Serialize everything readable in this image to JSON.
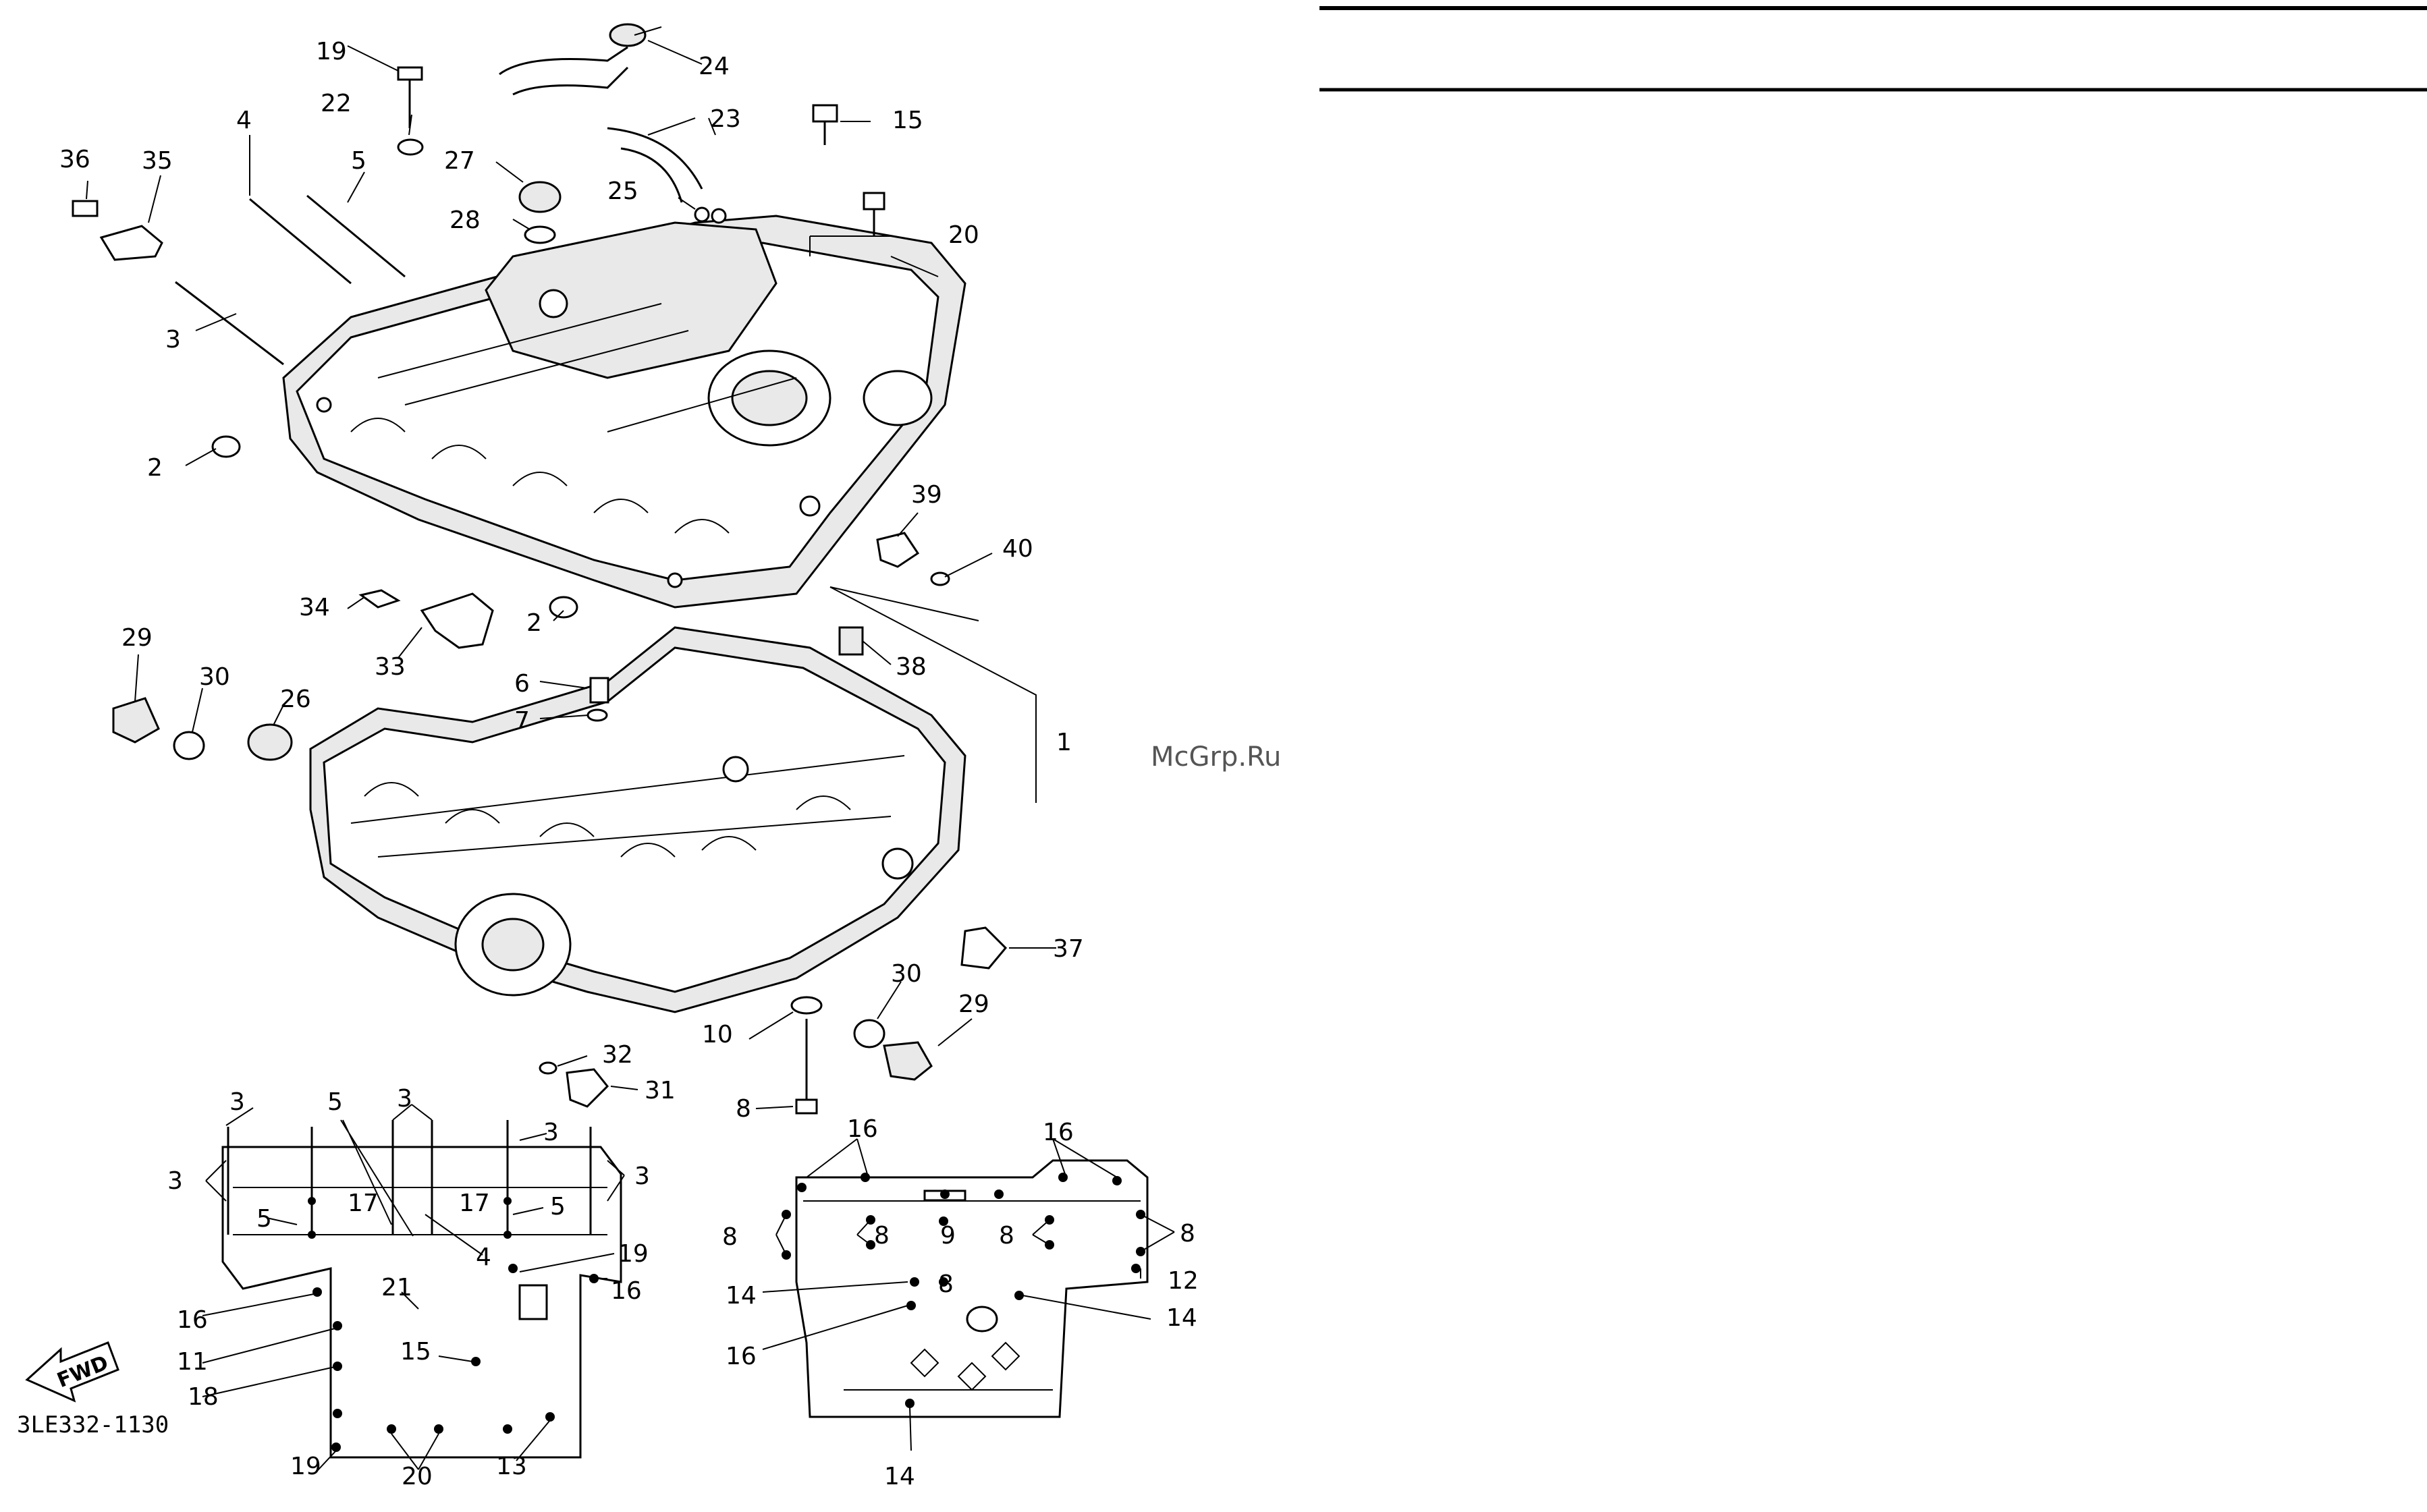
{
  "figure": {
    "code": "3LE332-1130",
    "watermark": "McGrp.Ru",
    "fwd_label": "FWD"
  },
  "callouts": {
    "c19": "19",
    "c24": "24",
    "c22": "22",
    "c23": "23",
    "c4": "4",
    "c5": "5",
    "c15": "15",
    "c27": "27",
    "c36": "36",
    "c35": "35",
    "c25": "25",
    "c28": "28",
    "c20": "20",
    "c3": "3",
    "c2a": "2",
    "c39": "39",
    "c40": "40",
    "c34": "34",
    "c2b": "2",
    "c29a": "29",
    "c30a": "30",
    "c33": "33",
    "c38": "38",
    "c6": "6",
    "c26": "26",
    "c7": "7",
    "c1": "1",
    "c37": "37",
    "c30b": "30",
    "c29b": "29",
    "c10": "10",
    "c32": "32",
    "c31": "31",
    "c8": "8"
  },
  "bolt_left": {
    "t3a": "3",
    "t5a": "5",
    "t3b": "3",
    "t3c": "3",
    "t3d": "3",
    "t3e": "3",
    "t17a": "17",
    "t17b": "17",
    "t5b": "5",
    "t5c": "5",
    "t4": "4",
    "t19a": "19",
    "t21": "21",
    "t16a": "16",
    "t16b": "16",
    "t11": "11",
    "t15": "15",
    "t18": "18",
    "t19b": "19",
    "t20": "20",
    "t13": "13"
  },
  "bolt_right": {
    "r16a": "16",
    "r16b": "16",
    "r8a": "8",
    "r8b": "8",
    "r9": "9",
    "r8c": "8",
    "r8d": "8",
    "r8e": "8",
    "r12": "12",
    "r14a": "14",
    "r14b": "14",
    "r16c": "16",
    "r14c": "14"
  }
}
